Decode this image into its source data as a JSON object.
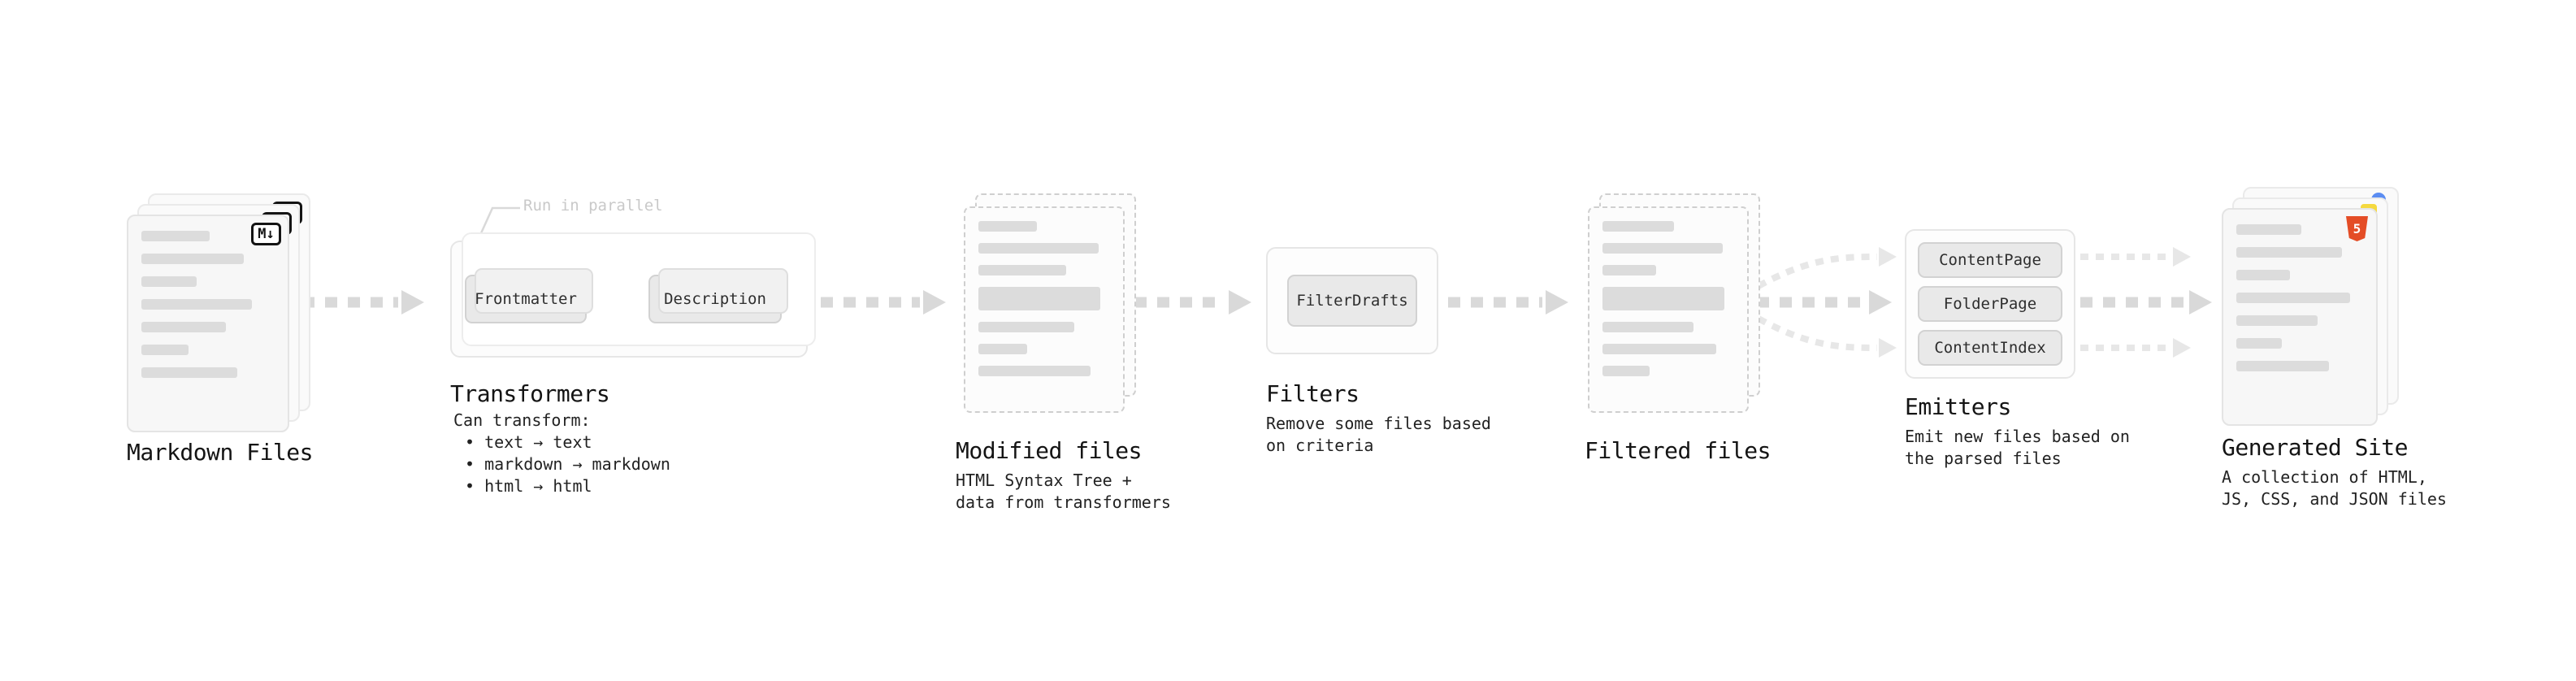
{
  "stages": {
    "markdown": {
      "title": "Markdown Files",
      "badge": "M↓"
    },
    "transformers": {
      "title": "Transformers",
      "parallel_label": "Run in parallel",
      "nodes": [
        "Frontmatter",
        "Description"
      ],
      "notes_heading": "Can transform:",
      "notes": [
        "• text → text",
        "• markdown → markdown",
        "• html → html"
      ]
    },
    "modified": {
      "title": "Modified files",
      "subtitle": "HTML Syntax Tree +\ndata from transformers"
    },
    "filters": {
      "title": "Filters",
      "node": "FilterDrafts",
      "subtitle": "Remove some files based\non criteria"
    },
    "filtered": {
      "title": "Filtered files"
    },
    "emitters": {
      "title": "Emitters",
      "nodes": [
        "ContentPage",
        "FolderPage",
        "ContentIndex"
      ],
      "subtitle": "Emit new files based on\nthe parsed files"
    },
    "site": {
      "title": "Generated Site",
      "subtitle": "A collection of HTML,\nJS, CSS, and JSON files",
      "badge": "5"
    }
  },
  "colors": {
    "arrow": "#d9d9d9",
    "arrow_light": "#e7e7e7",
    "bar": "#dcdcdc",
    "html5_orange": "#e44d26",
    "js_yellow": "#f5d93f",
    "css_blue": "#5b8df2",
    "label_muted": "#c9c9c9"
  }
}
